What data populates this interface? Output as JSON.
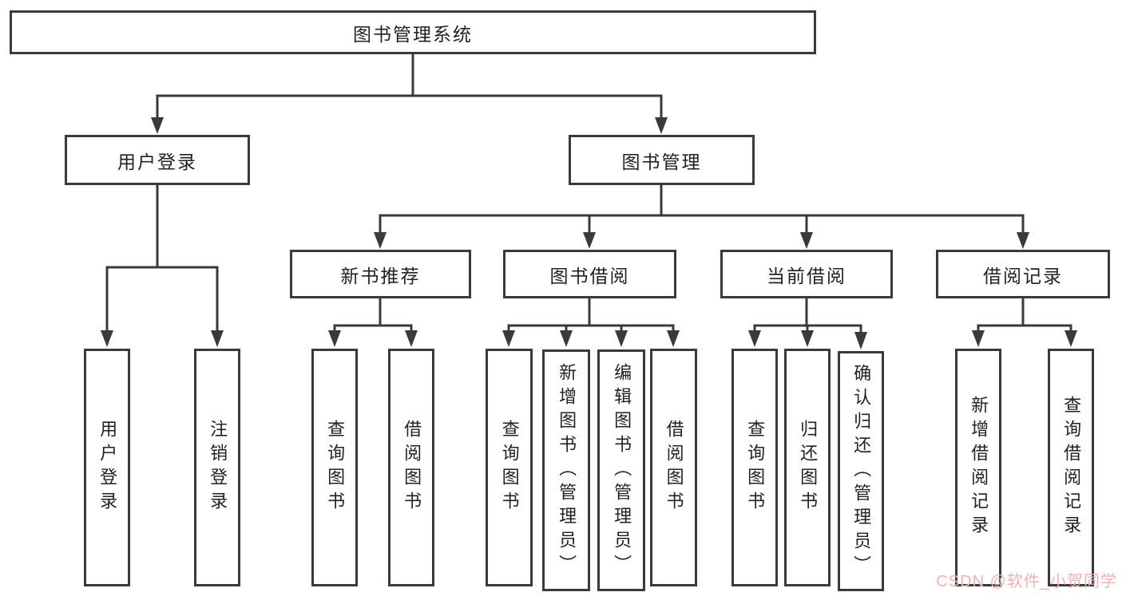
{
  "diagram": {
    "root": "图书管理系统",
    "level2": [
      {
        "label": "用户登录"
      },
      {
        "label": "图书管理"
      }
    ],
    "level3": [
      {
        "label": "新书推荐"
      },
      {
        "label": "图书借阅"
      },
      {
        "label": "当前借阅"
      },
      {
        "label": "借阅记录"
      }
    ],
    "leaves": {
      "login": [
        "用户登录",
        "注销登录"
      ],
      "recommend": [
        "查询图书",
        "借阅图书"
      ],
      "borrow": [
        "查询图书",
        "新增图书（管理员）",
        "编辑图书（管理员）",
        "借阅图书"
      ],
      "current": [
        "查询图书",
        "归还图书",
        "确认归还（管理员）"
      ],
      "records": [
        "新增借阅记录",
        "查询借阅记录"
      ]
    }
  },
  "watermark": {
    "text": "CSDN @软件_小贺同学",
    "color": "#f0b2b2"
  },
  "colors": {
    "line": "#3a3a3a",
    "text": "#222222",
    "background": "#ffffff"
  }
}
